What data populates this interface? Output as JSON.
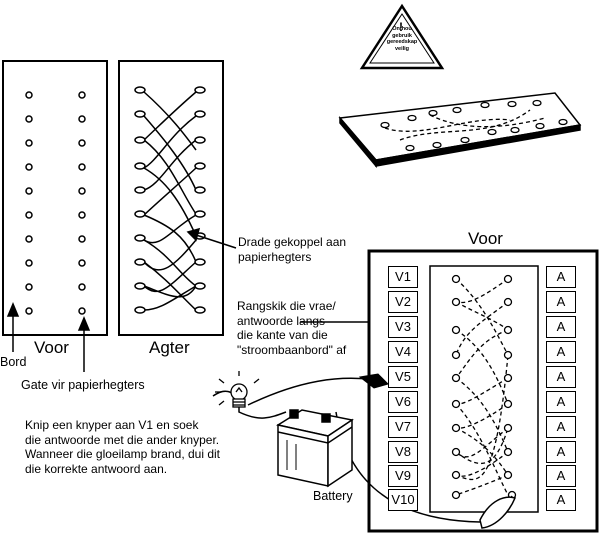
{
  "warning_sign": {
    "lines": [
      "Onthou",
      "gebruik",
      "gereedskap",
      "veilig"
    ]
  },
  "labels": {
    "voor_small": "Voor",
    "agter": "Agter",
    "bord": "Bord",
    "gate": "Gate vir papierhegters",
    "drade": "Drade gekoppel aan papierhegters",
    "rangskik": "Rangskik die vrae/ antwoorde langs die kante van die \"stroombaanbord\" af",
    "voor_big": "Voor",
    "battery": "Battery",
    "instructions": "Knip een knyper aan V1 en soek die antwoorde met die ander knyper. Wanneer die gloeilamp brand, dui dit die korrekte antwoord aan."
  },
  "text_lines": {
    "drade": [
      "Drade gekoppel aan",
      "papierhegters"
    ],
    "rangskik": [
      "Rangskik die vrae/",
      "antwoorde langs",
      "die kante van die",
      "\"stroombaanbord\" af"
    ],
    "instructions": [
      "Knip een knyper aan V1 en soek",
      "die antwoorde met die ander knyper.",
      "Wanneer die gloeilamp brand, dui dit",
      "die korrekte antwoord aan."
    ]
  },
  "question_labels": [
    "V1",
    "V2",
    "V3",
    "V4",
    "V5",
    "V6",
    "V7",
    "V8",
    "V9",
    "V10"
  ],
  "answer_labels": [
    "A",
    "A",
    "A",
    "A",
    "A",
    "A",
    "A",
    "A",
    "A",
    "A"
  ]
}
